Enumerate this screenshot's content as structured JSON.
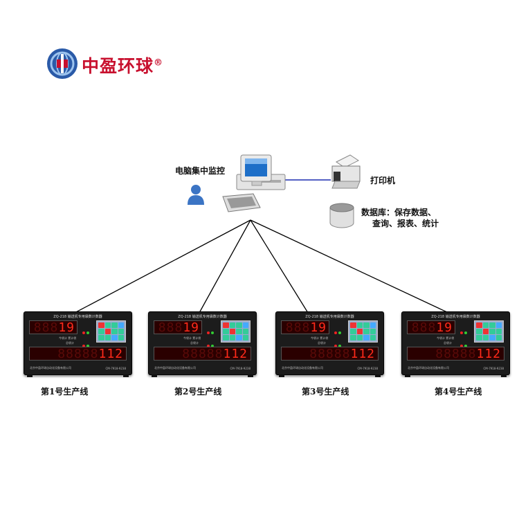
{
  "brand": {
    "name": "中盈环球",
    "reg": "®"
  },
  "center": {
    "label": "电脑集中监控"
  },
  "printer": {
    "label": "打印机"
  },
  "database": {
    "label_line1": "数据库：保存数据、",
    "label_line2": "查询、报表、统计"
  },
  "devices": [
    {
      "title": "ZQ-218 输送机专用袋数计数器",
      "top_value": "19",
      "bottom_value": "112",
      "line_label": "第1号生产线",
      "foot_left": "北京中盈环球自动化设备有限公司",
      "foot_right": "CM-7918-9238",
      "mid1": "今袋计 累计袋",
      "mid2": "总袋计"
    },
    {
      "title": "ZQ-218 输送机专用袋数计数器",
      "top_value": "19",
      "bottom_value": "112",
      "line_label": "第2号生产线",
      "foot_left": "北京中盈环球自动化设备有限公司",
      "foot_right": "CM-7918-9238",
      "mid1": "今袋计 累计袋",
      "mid2": "总袋计"
    },
    {
      "title": "ZQ-218 输送机专用袋数计数器",
      "top_value": "19",
      "bottom_value": "112",
      "line_label": "第3号生产线",
      "foot_left": "北京中盈环球自动化设备有限公司",
      "foot_right": "CM-7918-9238",
      "mid1": "今袋计 累计袋",
      "mid2": "总袋计"
    },
    {
      "title": "ZQ-218 输送机专用袋数计数器",
      "top_value": "19",
      "bottom_value": "112",
      "line_label": "第4号生产线",
      "foot_left": "北京中盈环球自动化设备有限公司",
      "foot_right": "CM-7918-9238",
      "mid1": "今袋计 累计袋",
      "mid2": "总袋计"
    }
  ],
  "colors": {
    "brand_red": "#c8102e",
    "printer_link": "#1a2bb0",
    "led_red": "#ff2a1a"
  },
  "icons": {
    "logo": "globe-logo-icon",
    "computer": "computer-icon",
    "keyboard": "keyboard-icon",
    "user": "user-icon",
    "printer": "printer-icon",
    "database": "database-icon"
  }
}
